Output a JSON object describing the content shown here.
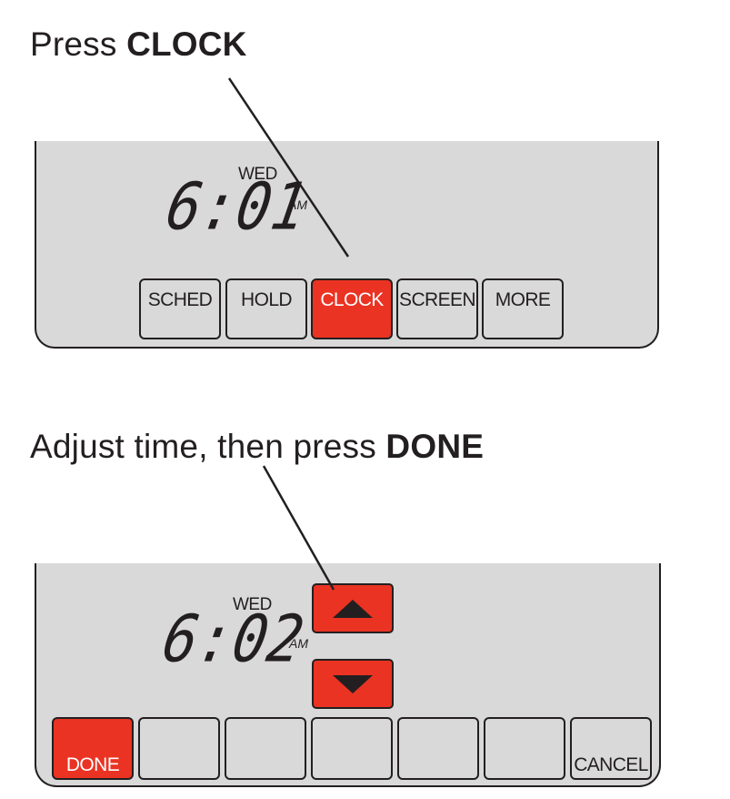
{
  "step1": {
    "caption_prefix": "Press ",
    "caption_key": "CLOCK",
    "display": {
      "day": "WED",
      "time": "6:01",
      "ampm": "AM"
    },
    "buttons": [
      "SCHED",
      "HOLD",
      "CLOCK",
      "SCREEN",
      "MORE"
    ],
    "highlighted_button": "CLOCK"
  },
  "step2": {
    "caption_prefix": "Adjust time, then press ",
    "caption_key": "DONE",
    "display": {
      "day": "WED",
      "time": "6:02",
      "ampm": "AM"
    },
    "arrows": [
      "up-arrow-icon",
      "down-arrow-icon"
    ],
    "buttons": [
      "DONE",
      "",
      "",
      "",
      "",
      "",
      "CANCEL"
    ],
    "highlighted_button": "DONE"
  },
  "colors": {
    "highlight": "#ea3323",
    "panel": "#d9d9da",
    "ink": "#231f20"
  }
}
